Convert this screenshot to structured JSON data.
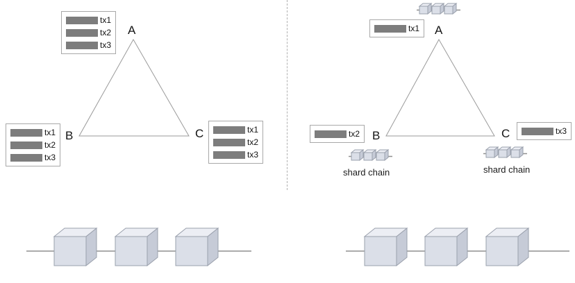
{
  "colors": {
    "tx_bar": "#7d7d7d",
    "cube_front": "#dbdfe8",
    "cube_top": "#eceef4",
    "cube_side": "#c6cbd7",
    "chain_line": "#8f8f8f",
    "triangle_line": "#9a9a9a"
  },
  "left": {
    "vertex_a": "A",
    "vertex_b": "B",
    "vertex_c": "C",
    "tx_box_a": [
      "tx1",
      "tx2",
      "tx3"
    ],
    "tx_box_b": [
      "tx1",
      "tx2",
      "tx3"
    ],
    "tx_box_c": [
      "tx1",
      "tx2",
      "tx3"
    ]
  },
  "right": {
    "vertex_a": "A",
    "vertex_b": "B",
    "vertex_c": "C",
    "tx_box_a": [
      "tx1"
    ],
    "tx_box_b": [
      "tx2"
    ],
    "tx_box_c": [
      "tx3"
    ],
    "shard_chain_label_b": "shard chain",
    "shard_chain_label_c": "shard chain"
  }
}
